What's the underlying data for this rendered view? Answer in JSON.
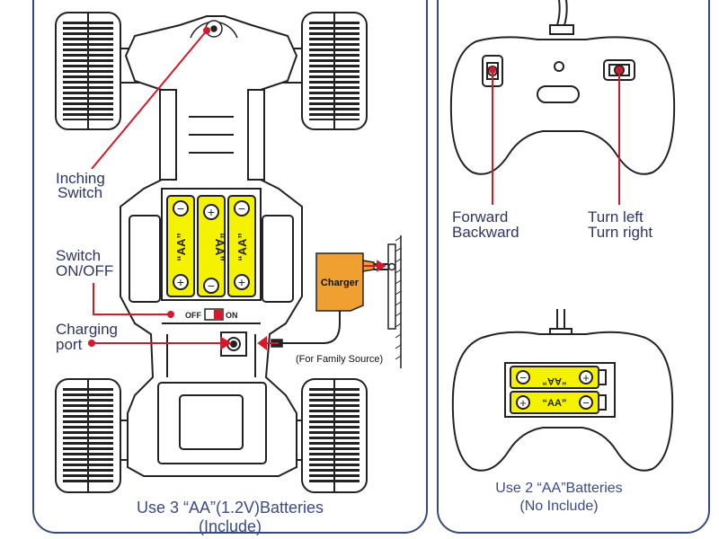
{
  "car": {
    "labels": {
      "inching_switch_1": "Inching",
      "inching_switch_2": "Switch",
      "switch_1": "Switch",
      "switch_2": "ON/OFF",
      "charging_1": "Charging",
      "charging_2": "port",
      "off": "OFF",
      "on": "ON",
      "charger": "Charger",
      "family_source": "(For Family Source)"
    },
    "battery_label": "“AA”",
    "caption_1": "Use 3 “AA”(1.2V)Batteries",
    "caption_2": "(Include)"
  },
  "controller": {
    "labels": {
      "forward": "Forward",
      "backward": "Backward",
      "turn_left": "Turn left",
      "turn_right": "Turn right"
    },
    "battery_label": "“AA”",
    "caption_1": "Use 2 “AA”Batteries",
    "caption_2": "(No Include)"
  },
  "colors": {
    "outline": "#3a4a78",
    "callout": "#d11a2a",
    "battery": "#f5f200",
    "charger": "#f0a030",
    "label_text": "#2d3566"
  }
}
